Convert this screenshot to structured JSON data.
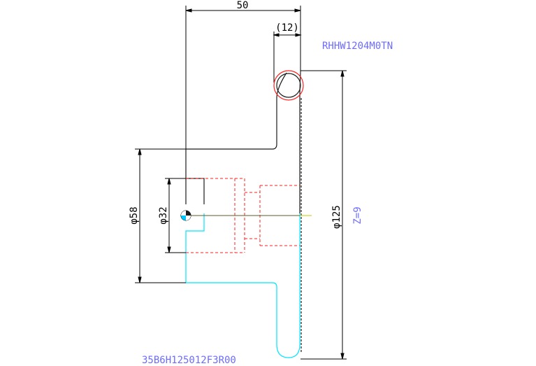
{
  "drawing": {
    "dimension_labels": {
      "overall_width": "50",
      "rim_width_ref": "(12)",
      "hub_diameter": "φ58",
      "bore_diameter": "φ32",
      "outer_diameter": "φ125"
    },
    "callouts": {
      "part_code": "RHHW1204M0TN",
      "tooth_count": "Z=9",
      "model_code": "35B6H125012F3R00"
    },
    "colors": {
      "outline": "#1a1a1a",
      "lower_outline": "#00e5ff",
      "hidden_lines": "#ff2020",
      "centerline": "#c8c800",
      "text_blue": "#6c6cff",
      "dimension": "#000000"
    }
  }
}
